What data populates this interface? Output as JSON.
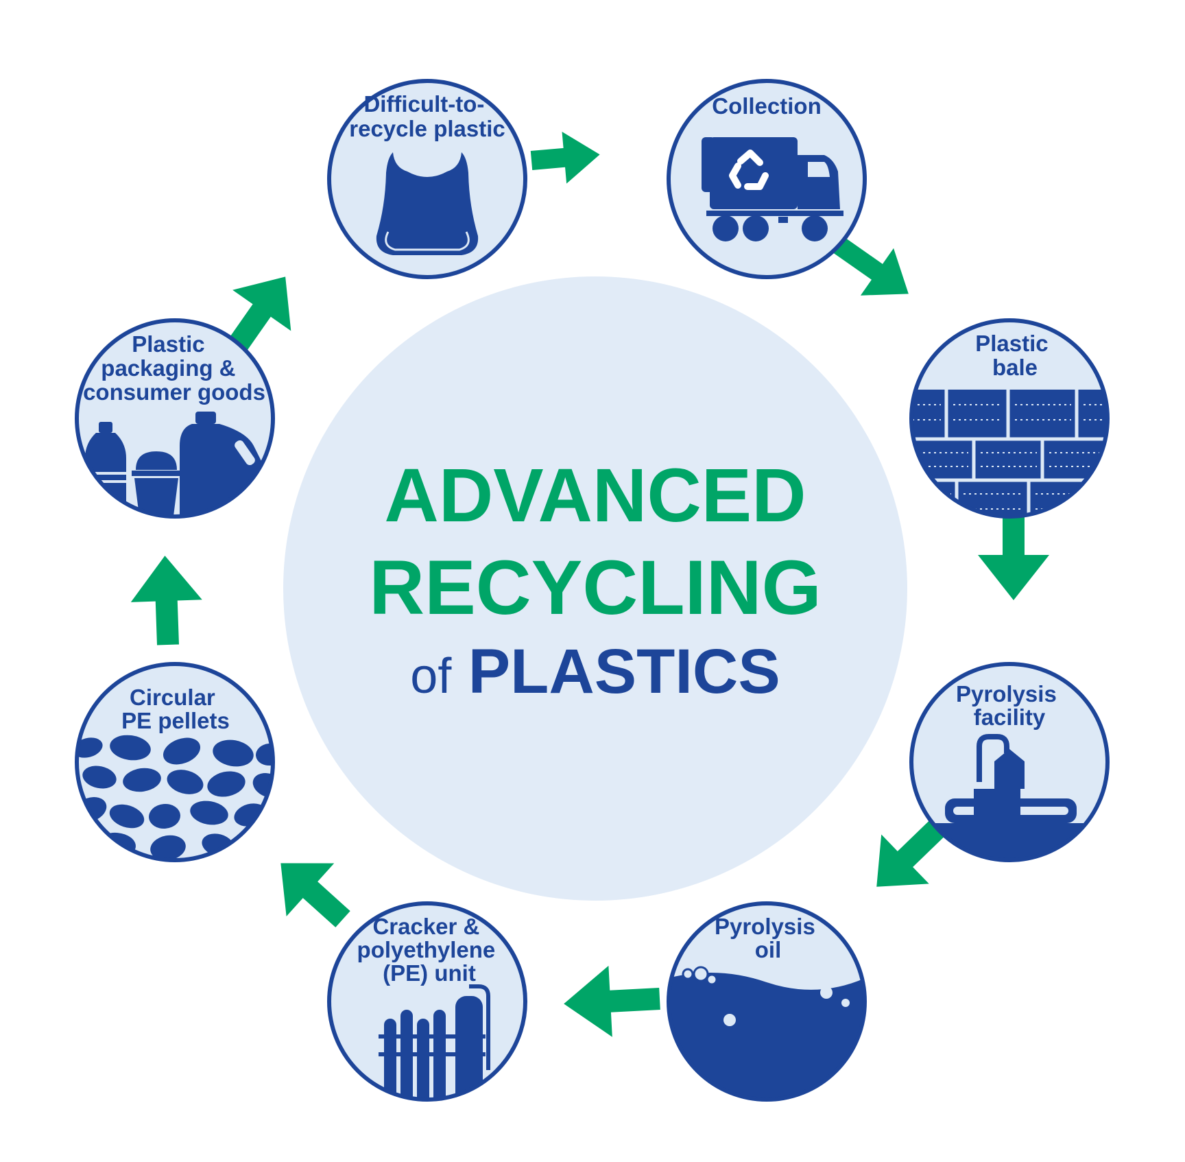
{
  "title": {
    "line1": "ADVANCED",
    "line2": "RECYCLING",
    "line3_prefix": "of",
    "line3_main": "PLASTICS"
  },
  "colors": {
    "blue": "#1d4599",
    "green": "#00a567",
    "light_fill": "#dde9f6",
    "center_fill": "#e1ebf7",
    "background": "#ffffff"
  },
  "steps": [
    {
      "id": "difficult",
      "icon": "plastic-bag-icon",
      "label_lines": [
        "Difficult-to-",
        "recycle plastic"
      ]
    },
    {
      "id": "collection",
      "icon": "recycling-truck-icon",
      "label_lines": [
        "Collection"
      ]
    },
    {
      "id": "bale",
      "icon": "plastic-bale-icon",
      "label_lines": [
        "Plastic",
        "bale"
      ]
    },
    {
      "id": "pyrolysis-facility",
      "icon": "pyrolysis-facility-icon",
      "label_lines": [
        "Pyrolysis",
        "facility"
      ]
    },
    {
      "id": "pyrolysis-oil",
      "icon": "oil-icon",
      "label_lines": [
        "Pyrolysis",
        "oil"
      ]
    },
    {
      "id": "cracker",
      "icon": "cracker-unit-icon",
      "label_lines": [
        "Cracker &",
        "polyethylene",
        "(PE) unit"
      ]
    },
    {
      "id": "pellets",
      "icon": "pellets-icon",
      "label_lines": [
        "Circular",
        "PE pellets"
      ]
    },
    {
      "id": "packaging",
      "icon": "packaging-icon",
      "label_lines": [
        "Plastic",
        "packaging &",
        "consumer goods"
      ]
    }
  ]
}
